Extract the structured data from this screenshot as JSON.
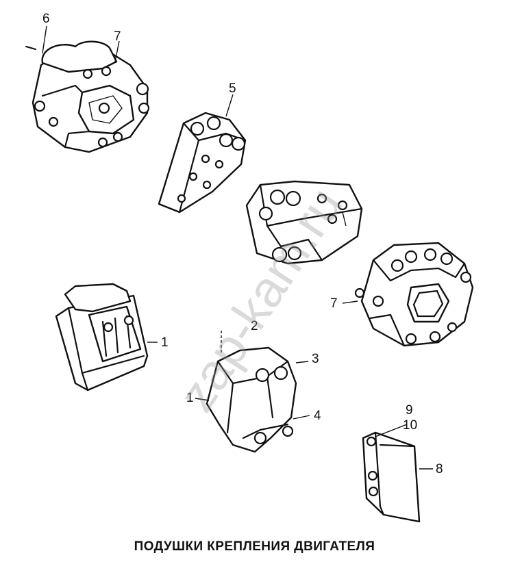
{
  "callouts": {
    "c6": "6",
    "c7_top": "7",
    "c5": "5",
    "c7_right": "7",
    "c1_left": "1",
    "c2": "2",
    "c3": "3",
    "c1_mid": "1",
    "c4": "4",
    "c9": "9",
    "c10": "10",
    "c8": "8"
  },
  "caption": "ПОДУШКИ КРЕПЛЕНИЯ ДВИГАТЕЛЯ",
  "watermark": "zap-kam.ru",
  "colors": {
    "line": "#111111",
    "background": "#ffffff",
    "watermark": "#969696"
  }
}
